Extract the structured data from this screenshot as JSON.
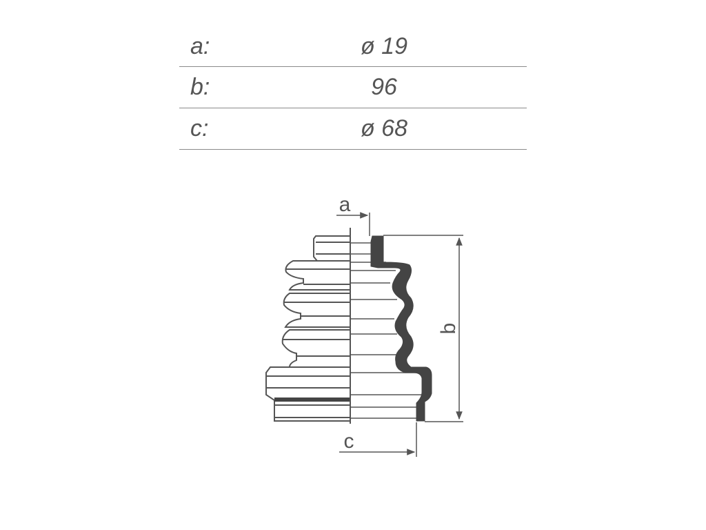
{
  "specs": [
    {
      "label": "a:",
      "value": "ø 19"
    },
    {
      "label": "b:",
      "value": "96"
    },
    {
      "label": "c:",
      "value": "ø  68"
    }
  ],
  "diagram": {
    "labels": {
      "a": "a",
      "b": "b",
      "c": "c"
    }
  },
  "colors": {
    "line": "#555555",
    "fill": "#444444",
    "table_rule": "#8a8a8a"
  }
}
